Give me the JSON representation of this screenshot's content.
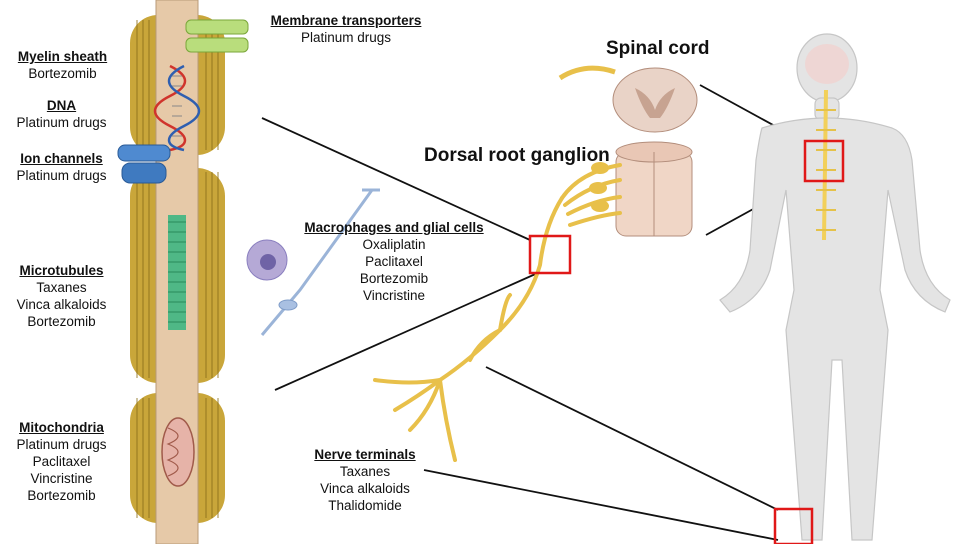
{
  "labels": {
    "membrane": {
      "title": "Membrane transporters",
      "items": [
        "Platinum drugs"
      ]
    },
    "myelin": {
      "title": "Myelin sheath",
      "items": [
        "Bortezomib"
      ]
    },
    "dna": {
      "title": "DNA",
      "items": [
        "Platinum drugs"
      ]
    },
    "ion": {
      "title": "Ion channels",
      "items": [
        "Platinum drugs"
      ]
    },
    "microtubules": {
      "title": "Microtubules",
      "items": [
        "Taxanes",
        "Vinca alkaloids",
        "Bortezomib"
      ]
    },
    "mitochondria": {
      "title": "Mitochondria",
      "items": [
        "Platinum drugs",
        "Paclitaxel",
        "Vincristine",
        "Bortezomib"
      ]
    },
    "macrophages": {
      "title": "Macrophages and glial cells",
      "items": [
        "Oxaliplatin",
        "Paclitaxel",
        "Bortezomib",
        "Vincristine"
      ]
    },
    "nerve": {
      "title": "Nerve terminals",
      "items": [
        "Taxanes",
        "Vinca alkaloids",
        "Thalidomide"
      ]
    }
  },
  "regions": {
    "spinal_cord": "Spinal cord",
    "drg": "Dorsal root ganglion"
  },
  "colors": {
    "axon": "#e6c9a8",
    "myelin": "#c9a63a",
    "nerve": "#e8c04a",
    "callout": "#e01818",
    "body": "#e4e4e4"
  }
}
